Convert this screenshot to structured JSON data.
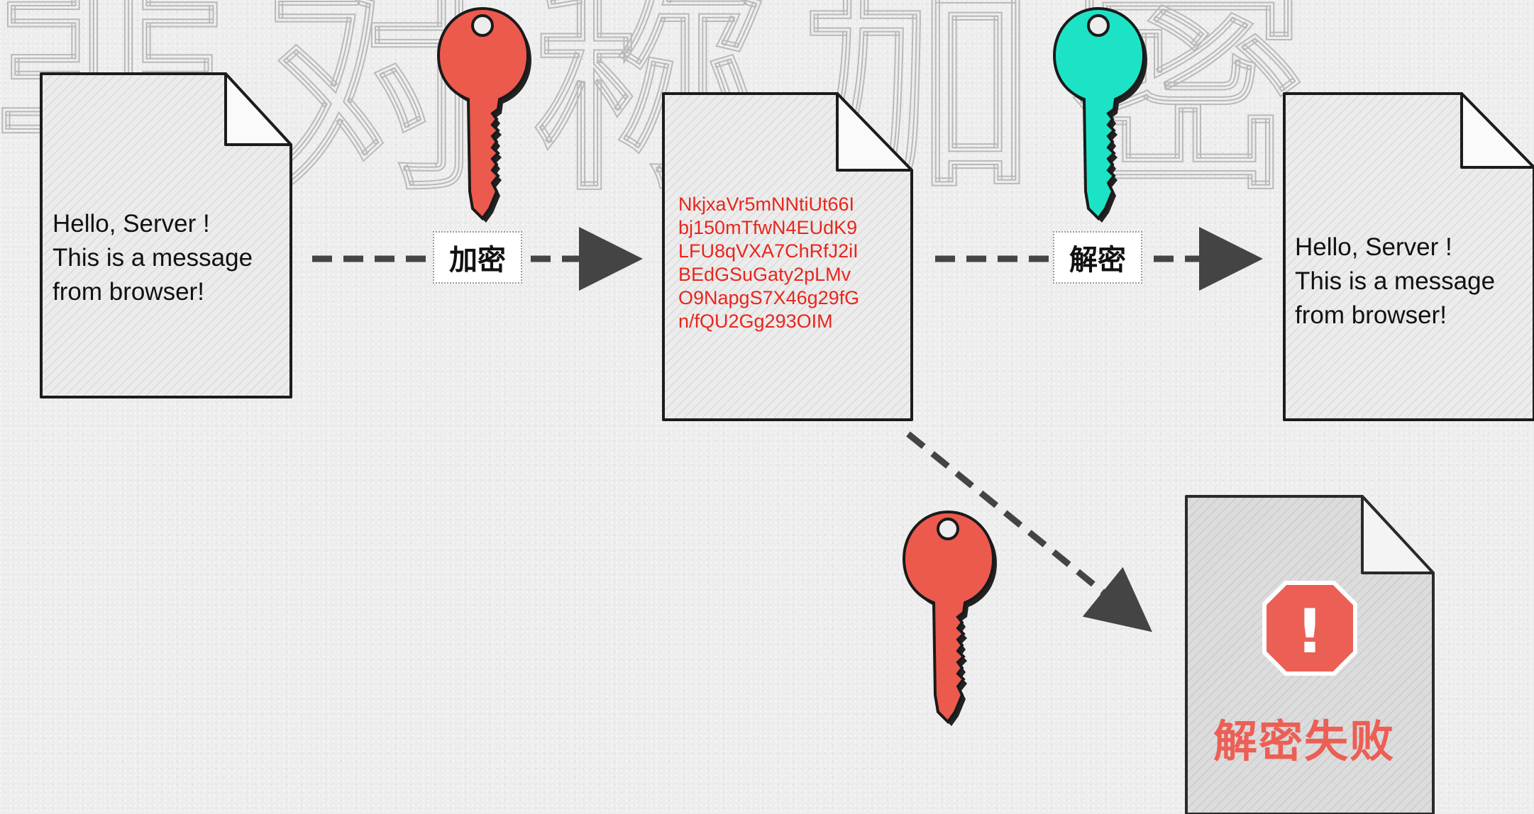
{
  "background_title": "非对称加密",
  "documents": {
    "plaintext_left": [
      "Hello, Server !",
      "This is a message",
      "from browser!"
    ],
    "ciphertext": [
      "NkjxaVr5mNNtiUt66I",
      "bj150mTfwN4EUdK9",
      "LFU8qVXA7ChRfJ2iI",
      "BEdGSuGaty2pLMv",
      "O9NapgS7X46g29fG",
      "n/fQU2Gg293OIM"
    ],
    "plaintext_right": [
      "Hello, Server !",
      "This is a message",
      "from browser!"
    ]
  },
  "steps": {
    "encrypt_label": "加密",
    "decrypt_label": "解密"
  },
  "failure": {
    "icon": "warning-octagon-icon",
    "symbol": "!",
    "text": "解密失败"
  },
  "keys": {
    "encrypt_key": "key-icon",
    "decrypt_key": "key-icon",
    "wrong_key": "key-icon"
  },
  "colors": {
    "red_key": "#ec5a4d",
    "teal_key": "#1de3c6",
    "cipher_text": "#e8261c",
    "failure": "#ec5f55",
    "arrow": "#444444"
  }
}
